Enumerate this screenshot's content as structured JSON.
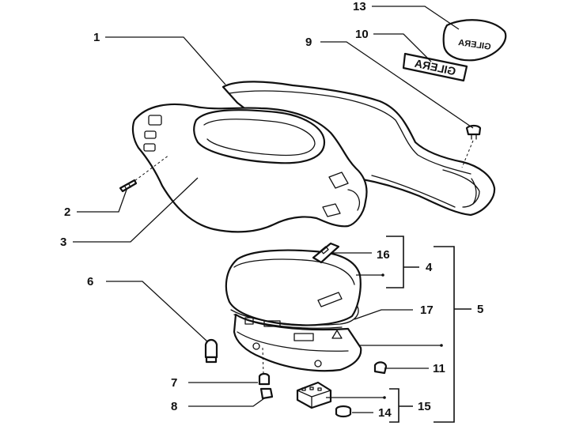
{
  "callouts": {
    "c1": "1",
    "c2": "2",
    "c3": "3",
    "c4": "4",
    "c5": "5",
    "c6": "6",
    "c7": "7",
    "c8": "8",
    "c9": "9",
    "c10": "10",
    "c11": "11",
    "c13": "13",
    "c14": "14",
    "c15": "15",
    "c16": "16",
    "c17": "17"
  },
  "decals": {
    "badge_text": "GILERA",
    "plate_text": "GILERA"
  }
}
